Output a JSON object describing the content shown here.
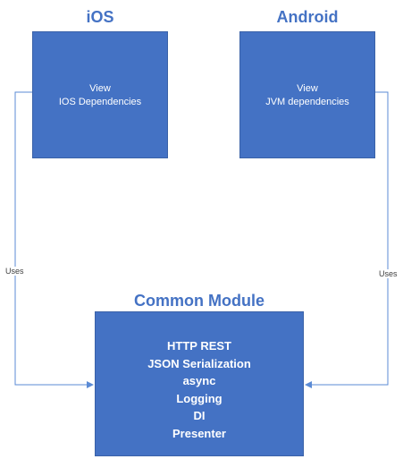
{
  "platforms": {
    "ios": {
      "title": "iOS",
      "lines": [
        "View",
        "IOS Dependencies"
      ]
    },
    "android": {
      "title": "Android",
      "lines": [
        "View",
        "JVM dependencies"
      ]
    }
  },
  "common": {
    "title": "Common Module",
    "lines": [
      "HTTP REST",
      "JSON Serialization",
      "async",
      "Logging",
      "DI",
      "Presenter"
    ]
  },
  "connectors": {
    "left_label": "Uses",
    "right_label": "Uses",
    "color": "#5b8bd5"
  },
  "colors": {
    "box_fill": "#4472c4",
    "title": "#4472c4",
    "box_text": "#ffffff"
  }
}
